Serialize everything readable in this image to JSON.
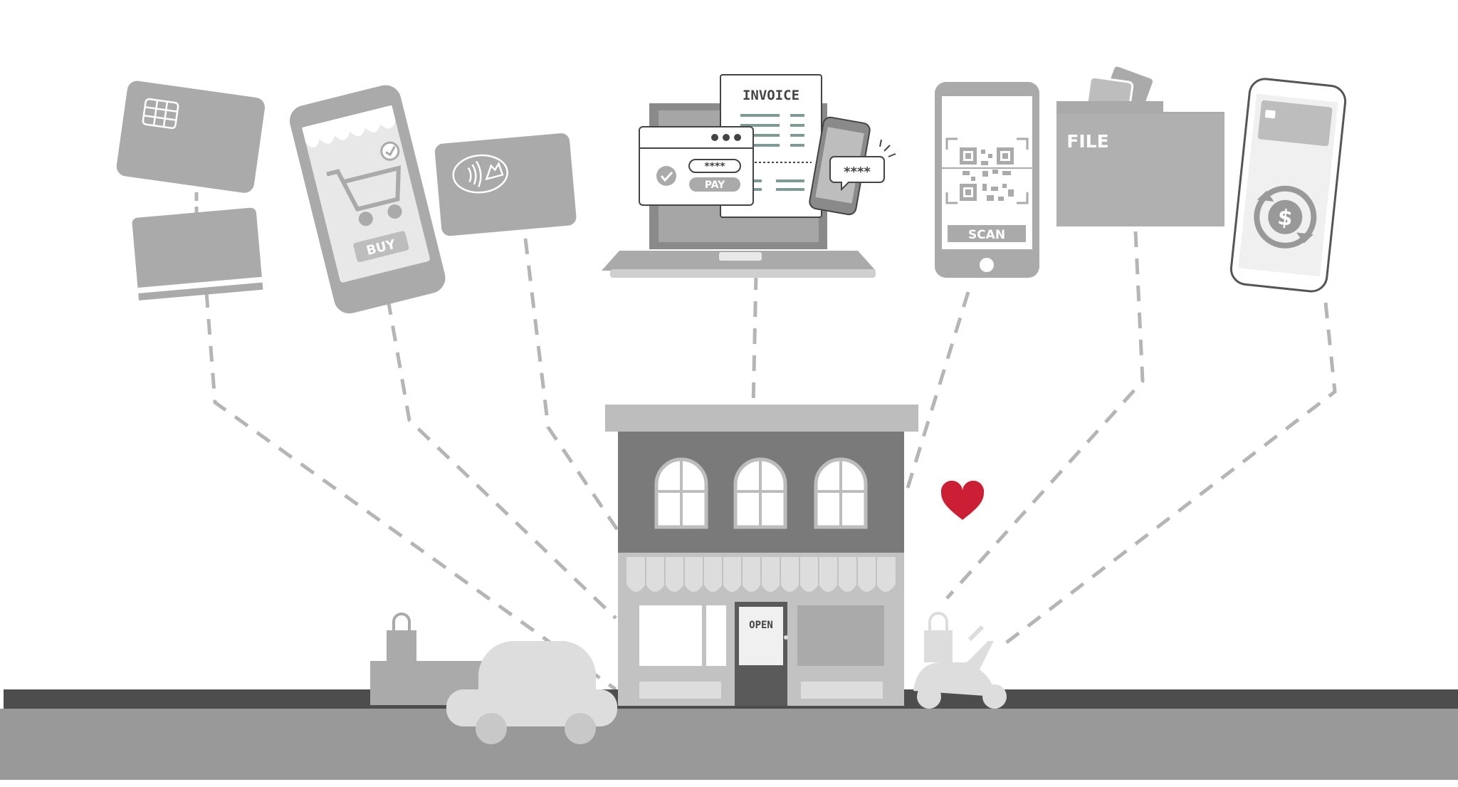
{
  "labels": {
    "invoice": "INVOICE",
    "pay": "PAY",
    "pin_laptop": "****",
    "pin_phone": "****",
    "buy": "BUY",
    "scan": "SCAN",
    "file": "FILE",
    "open_sign": "OPEN",
    "dollar": "$"
  },
  "colors": {
    "device_gray": "#aaaaaa",
    "building_dark": "#7a7a7a",
    "road_dark": "#4d4d4d",
    "road_mid": "#999999",
    "dashed_line": "#b5b5b5",
    "heart": "#cc1f35"
  },
  "icons": [
    "chip-card-icon",
    "mobile-shopping-icon",
    "contactless-card-icon",
    "laptop-invoice-icon",
    "qr-scan-phone-icon",
    "file-folder-icon",
    "currency-exchange-phone-icon",
    "storefront-icon",
    "heart-icon",
    "car-icon",
    "scooter-icon",
    "shopping-bag-icon"
  ]
}
